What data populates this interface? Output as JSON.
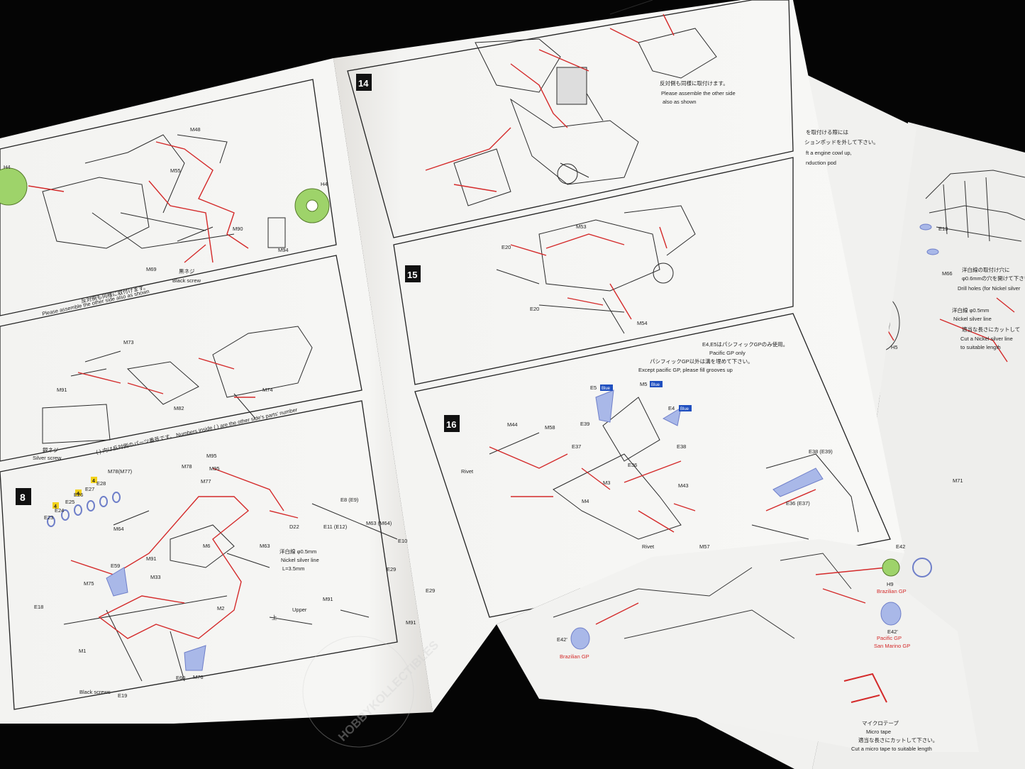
{
  "colors": {
    "background": "#050505",
    "paper": "#f7f7f5",
    "leader": "#d42a2a",
    "highlight": "#9ed36a",
    "blue_part": "#a9b8e8",
    "tag_blue": "#1f4fbf",
    "tag_yellow": "#f2d21b"
  },
  "left_page": {
    "top_panel": {
      "labels": [
        "H4",
        "M48",
        "M55",
        "H4",
        "M90",
        "M94",
        "M69",
        "黒ネジ",
        "Black screw"
      ],
      "note_ja": "反対側も同様に取付けます。",
      "note_en": "Please assemble the other side also as shown"
    },
    "middle_panel": {
      "labels": [
        "M73",
        "M91",
        "M82",
        "M74",
        "銀ネジ",
        "Silver screw"
      ],
      "note": "( ) 内は反対側のパーツ番号です。 Numbers inside ( ) are the other side's parts' number"
    },
    "step8": {
      "number": "8",
      "labels": [
        "M78(M77)",
        "M78",
        "M77",
        "M95",
        "M95",
        "E23",
        "E24",
        "E25",
        "E26",
        "E27",
        "E28",
        "M64",
        "M91",
        "M6",
        "M63",
        "D22",
        "E8 (E9)",
        "M63 (M64)",
        "E11 (E12)",
        "E10",
        "M75",
        "E59",
        "M33",
        "M2",
        "E18",
        "M1",
        "E19",
        "E60",
        "M76",
        "E29",
        "E29",
        "M91",
        "M91",
        "上",
        "Upper",
        "Black screws"
      ],
      "tags": [
        "4",
        "4",
        "4"
      ],
      "wire_note": [
        "洋白線 φ0.5mm",
        "Nickel silver line",
        "L=3.5mm"
      ]
    }
  },
  "right_page": {
    "step14": {
      "number": "14",
      "note_ja": "反対側も同様に取付けます。",
      "note_en": [
        "Please assemble the other side",
        "also as shown"
      ]
    },
    "step15": {
      "number": "15",
      "labels": [
        "M53",
        "E20",
        "E20",
        "M54"
      ]
    },
    "step16": {
      "number": "16",
      "note_ja": "E4,E5はパシフィックGPのみ使用。",
      "note_en": "Pacific GP only",
      "note2_ja": "パシフィックGP以外は溝を埋めて下さい。",
      "note2_en": "Except pacific GP, please fill grooves up",
      "labels": [
        "E5",
        "M5",
        "E4",
        "M44",
        "M58",
        "E39",
        "E37",
        "E38",
        "E36",
        "M3",
        "M4",
        "M43",
        "E38 (E39)",
        "E36 (E37)",
        "M57",
        "Rivet",
        "Rivet"
      ],
      "tags": [
        "Blue",
        "Blue",
        "Blue"
      ]
    }
  },
  "back_sheet": {
    "lines": [
      "を取付ける際には",
      "ションポッドを外して下さい。",
      "ft a engine cowl up,",
      "nduction pod"
    ]
  },
  "rear_sheet": {
    "labels": [
      "E13",
      "M66",
      "H5",
      "E42",
      "H9",
      "E42'",
      "E42'",
      "M71"
    ],
    "notes": [
      "洋白線の取付け穴に",
      "φ0.6mmの穴を開けて下さい",
      "Drill holes (for Nickel silver",
      "洋白線 φ0.5mm",
      "Nickel silver line",
      "適当な長さにカットして",
      "Cut a Nickel silver line",
      "to suitable length"
    ],
    "gp_labels": [
      "Brazilian GP",
      "Pacific GP",
      "San Marino GP",
      "Brazilian GP"
    ],
    "tape": [
      "マイクロテープ",
      "Micro tape",
      "適当な長さにカットして下さい。",
      "Cut a micro tape to suitable length"
    ]
  },
  "watermark": {
    "text": "HOBBYKOLLECTIBLES"
  }
}
